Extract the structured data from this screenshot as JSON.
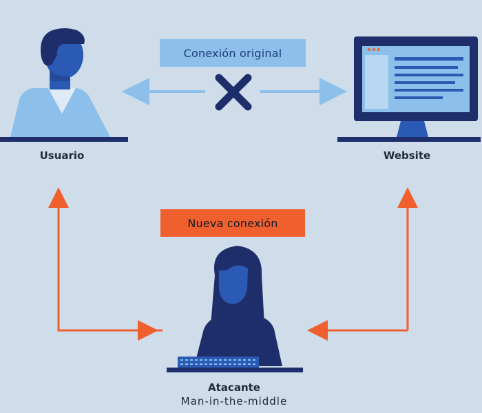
{
  "diagram": {
    "original_connection_label": "Conexión original",
    "new_connection_label": "Nueva conexión",
    "user_label": "Usuario",
    "website_label": "Website",
    "attacker_label": "Atacante",
    "attacker_sublabel": "Man-in-the-middle"
  },
  "colors": {
    "background": "#cfdcea",
    "original_box": "#8cc0ea",
    "new_box": "#f0602e",
    "dark_navy": "#1e2e6b",
    "mid_blue": "#2a5ab4",
    "light_blue": "#8cc0ea",
    "arrow_orange": "#f0602e"
  },
  "icons": {
    "user": "user-figure-icon",
    "website": "computer-monitor-icon",
    "attacker": "attacker-figure-icon",
    "blocked": "x-cross-icon"
  }
}
